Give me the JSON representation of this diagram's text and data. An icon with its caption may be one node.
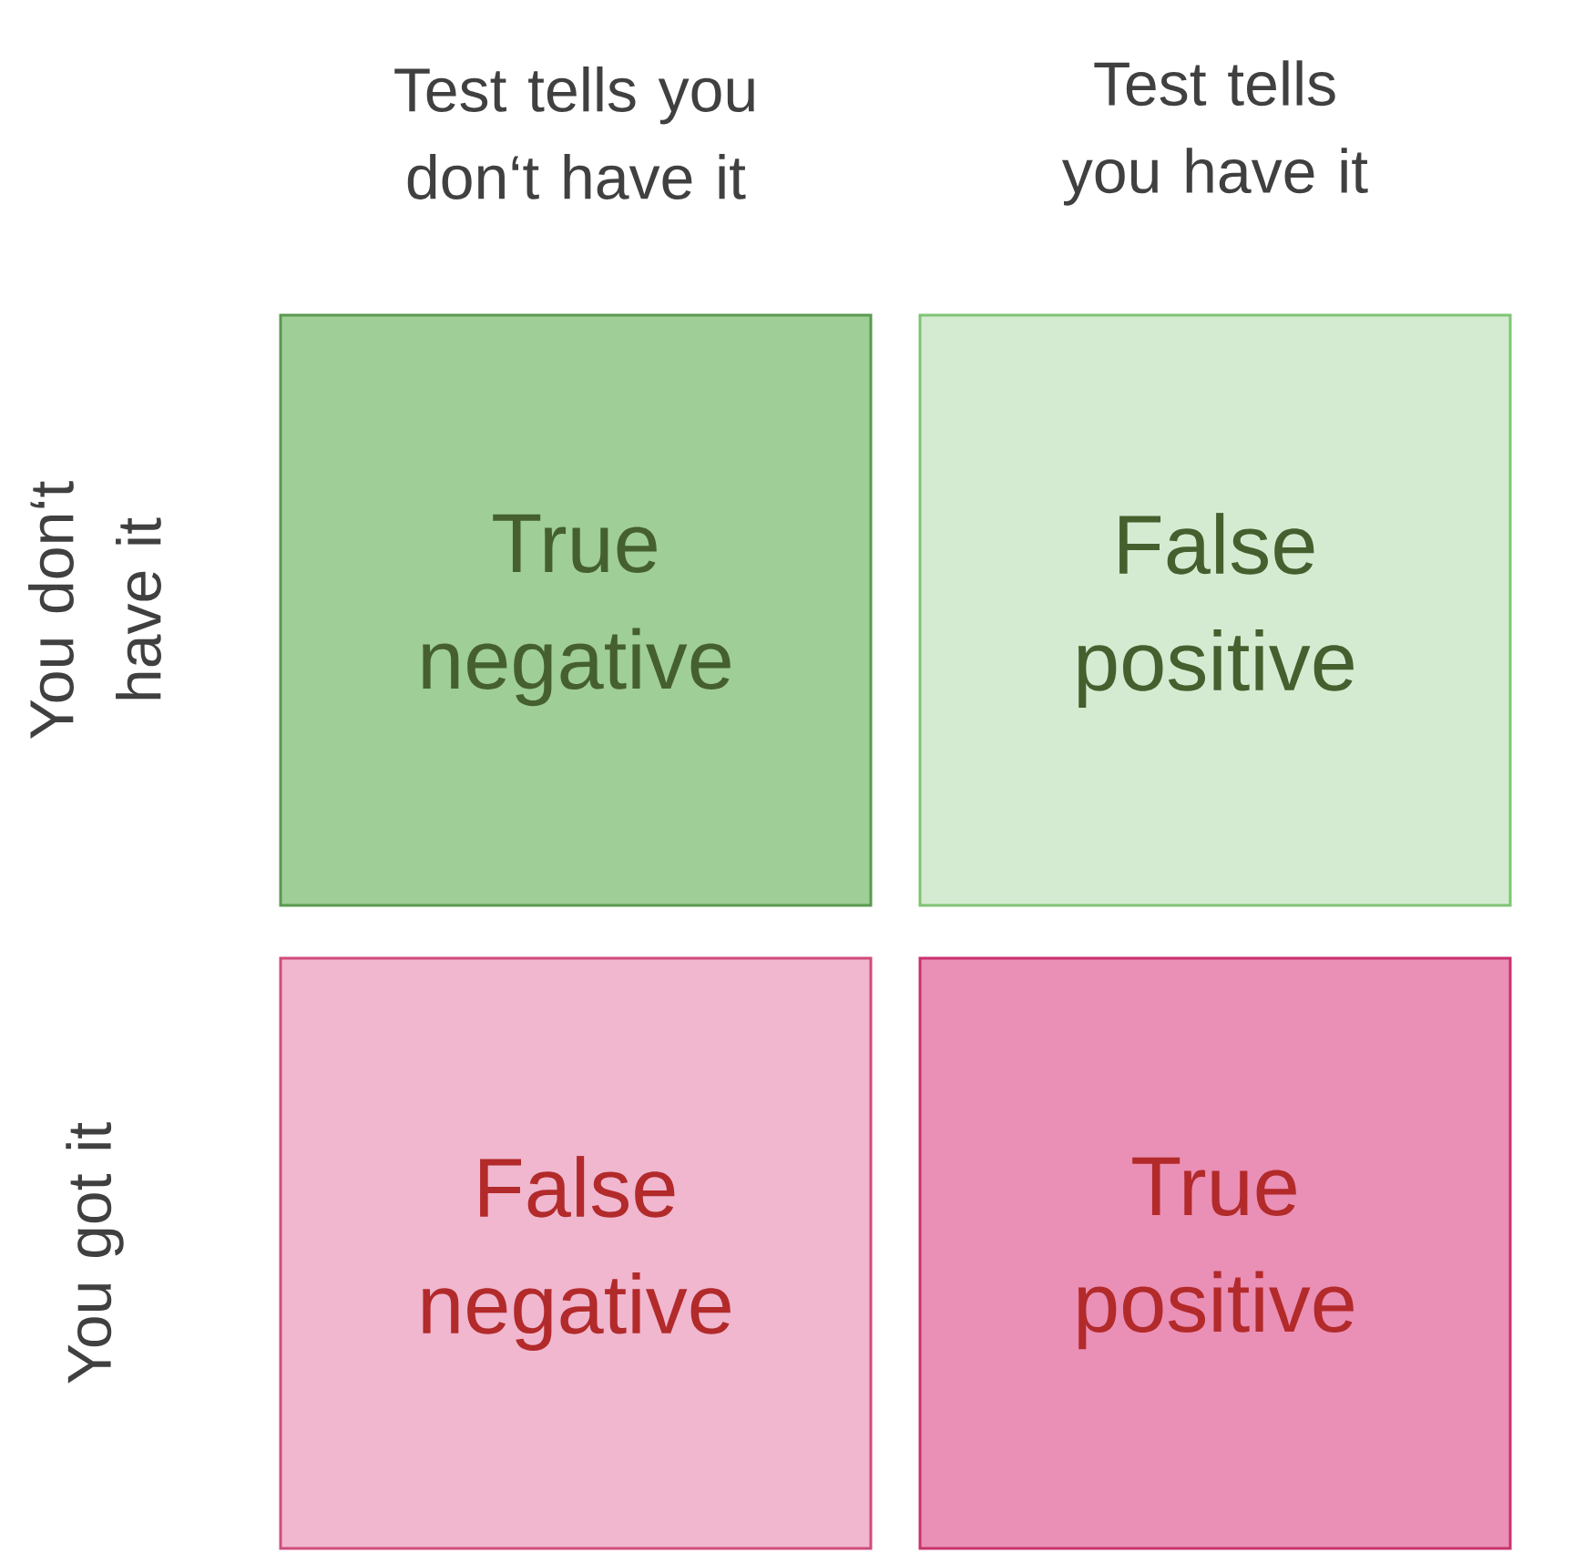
{
  "diagram": {
    "nodes": [
      {
        "text": [
          "True negative"
        ]
      },
      {
        "text": [
          "False positive"
        ]
      },
      {
        "text": [
          "False negative"
        ]
      },
      {
        "text": [
          "True positive"
        ]
      }
    ],
    "labels": [
      "Test tells you don‘t have it",
      "Test tells you have it",
      "You don‘t have it",
      "You got it"
    ]
  }
}
